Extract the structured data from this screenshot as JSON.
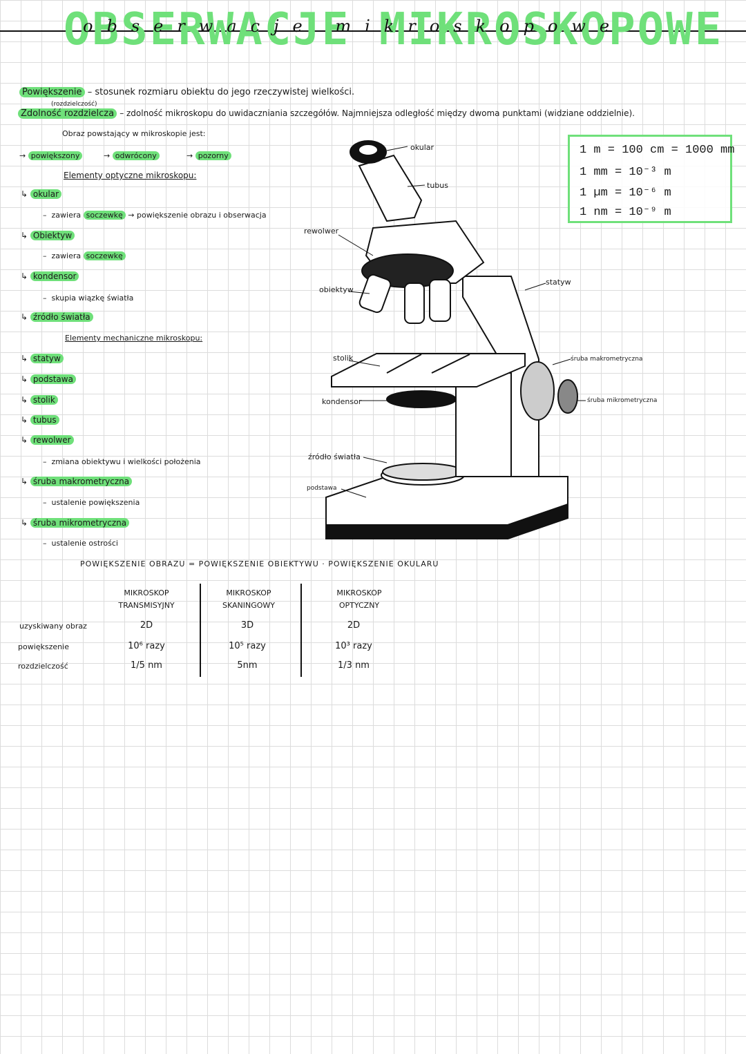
{
  "header": {
    "title": "OBSERWACJE MIKROSKOPOWE",
    "subtitle": "obserwacje mikroskopowe"
  },
  "definitions": {
    "d1_term": "Powiększenie",
    "d1_text": "– stosunek rozmiaru obiektu do jego rzeczywistej wielkości.",
    "d2_note": "(rozdzielczość)",
    "d2_term": "Zdolność rozdzielcza",
    "d2_text": "– zdolność mikroskopu do uwidaczniania szczegółów. Najmniejsza odległość między dwoma punktami (widziane oddzielnie)."
  },
  "image": {
    "heading": "Obraz powstający w mikroskopie jest:",
    "items": [
      "powiększony",
      "odwrócony",
      "pozorny"
    ]
  },
  "optical": {
    "heading": "Elementy optyczne mikroskopu:",
    "okular": "okular",
    "okular_desc": "zawiera",
    "okular_hl": "soczewkę",
    "okular_rest": "→ powiększenie obrazu i obserwacja",
    "obiektyw": "Obiektyw",
    "obiektyw_desc": "zawiera",
    "obiektyw_hl": "soczewkę",
    "kondensor": "kondensor",
    "kondensor_desc": "skupia wiązkę światła",
    "zrodlo": "źródło światła"
  },
  "mechanical": {
    "heading": "Elementy mechaniczne mikroskopu:",
    "items": [
      "statyw",
      "podstawa",
      "stolik",
      "tubus",
      "rewolwer"
    ],
    "rewolwer_desc": "zmiana obiektywu i wielkości położenia",
    "makro": "śruba makrometryczna",
    "makro_desc": "ustalenie powiększenia",
    "mikro": "śruba mikrometryczna",
    "mikro_desc": "ustalenie ostrości"
  },
  "units": [
    "1 m = 100 cm = 1000 mm",
    "1 mm = 10⁻³ m",
    "1 µm = 10⁻⁶ m",
    "1 nm = 10⁻⁹ m"
  ],
  "diagram_labels": {
    "okular": "okular",
    "tubus": "tubus",
    "rewolwer": "rewolwer",
    "statyw": "statyw",
    "obiektyw": "obiektyw",
    "stolik": "stolik",
    "makro": "śruba makrometryczna",
    "mikro": "śruba mikrometryczna",
    "kondensor": "kondensor",
    "zrodlo": "źródło światła",
    "podstawa": "podstawa"
  },
  "formula": "POWIĘKSZENIE OBRAZU = POWIĘKSZENIE OBIEKTYWU · POWIĘKSZENIE OKULARU",
  "table": {
    "headers": [
      [
        "MIKROSKOP",
        "TRANSMISYJNY"
      ],
      [
        "MIKROSKOP",
        "SKANINGOWY"
      ],
      [
        "MIKROSKOP",
        "OPTYCZNY"
      ]
    ],
    "rows": [
      {
        "label": "uzyskiwany obraz",
        "values": [
          "2D",
          "3D",
          "2D"
        ]
      },
      {
        "label": "powiększenie",
        "values": [
          "10⁶ razy",
          "10⁵ razy",
          "10³ razy"
        ]
      },
      {
        "label": "rozdzielczość",
        "values": [
          "1/5 nm",
          "5nm",
          "1/3 nm"
        ]
      }
    ]
  },
  "colors": {
    "accent": "#6fe07a",
    "ink": "#1a1a1a",
    "grid": "#dcdcdc"
  }
}
